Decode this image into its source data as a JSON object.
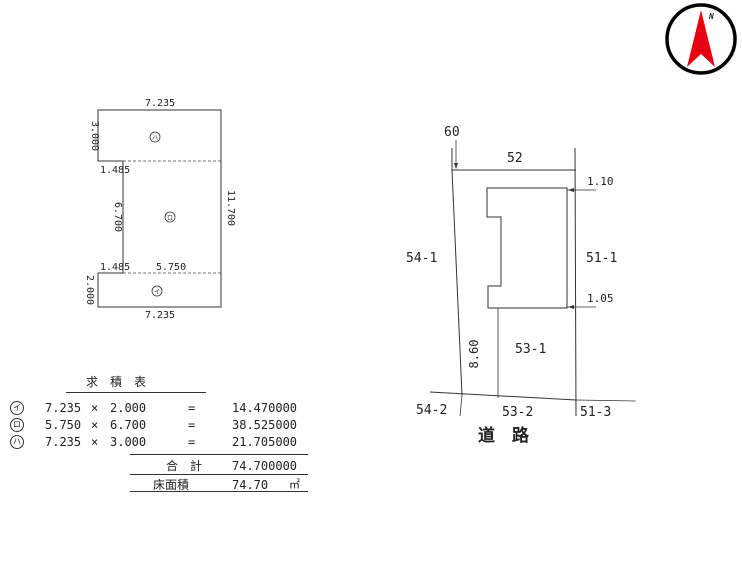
{
  "floor_plan": {
    "dim_top": "7.235",
    "dim_left_top": "3.000",
    "dim_notch_top": "1.485",
    "dim_middle": "6.700",
    "dim_right": "11.700",
    "dim_notch_bottom": "1.485",
    "dim_inner_bottom": "5.750",
    "dim_left_bottom": "2.000",
    "dim_bottom": "7.235",
    "label_top": "ハ",
    "label_middle": "ロ",
    "label_bottom": "イ"
  },
  "calc_table": {
    "title": "求　積　表",
    "rows": [
      {
        "mark": "イ",
        "a": "7.235",
        "op": "×",
        "b": "2.000",
        "eq": "=",
        "result": "14.470000"
      },
      {
        "mark": "ロ",
        "a": "5.750",
        "op": "×",
        "b": "6.700",
        "eq": "=",
        "result": "38.525000"
      },
      {
        "mark": "ハ",
        "a": "7.235",
        "op": "×",
        "b": "3.000",
        "eq": "=",
        "result": "21.705000"
      }
    ],
    "total_label": "合　計",
    "total_value": "74.700000",
    "floor_area_label": "床面積",
    "floor_area_value": "74.70",
    "unit": "㎡"
  },
  "site_plan": {
    "lot_top_left": "60",
    "lot_top": "52",
    "lot_left": "54-1",
    "lot_right": "51-1",
    "dist_top_right": "1.10",
    "dist_bottom_right": "1.05",
    "dist_vertical": "8.60",
    "lot_self": "53-1",
    "lot_bottom_left": "54-2",
    "lot_bottom_center": "53-2",
    "lot_bottom_right": "51-3",
    "road_label": "道　路"
  },
  "compass": {
    "north_label": "N",
    "colors": {
      "arrow": "#e60012",
      "ring": "#000000"
    }
  }
}
